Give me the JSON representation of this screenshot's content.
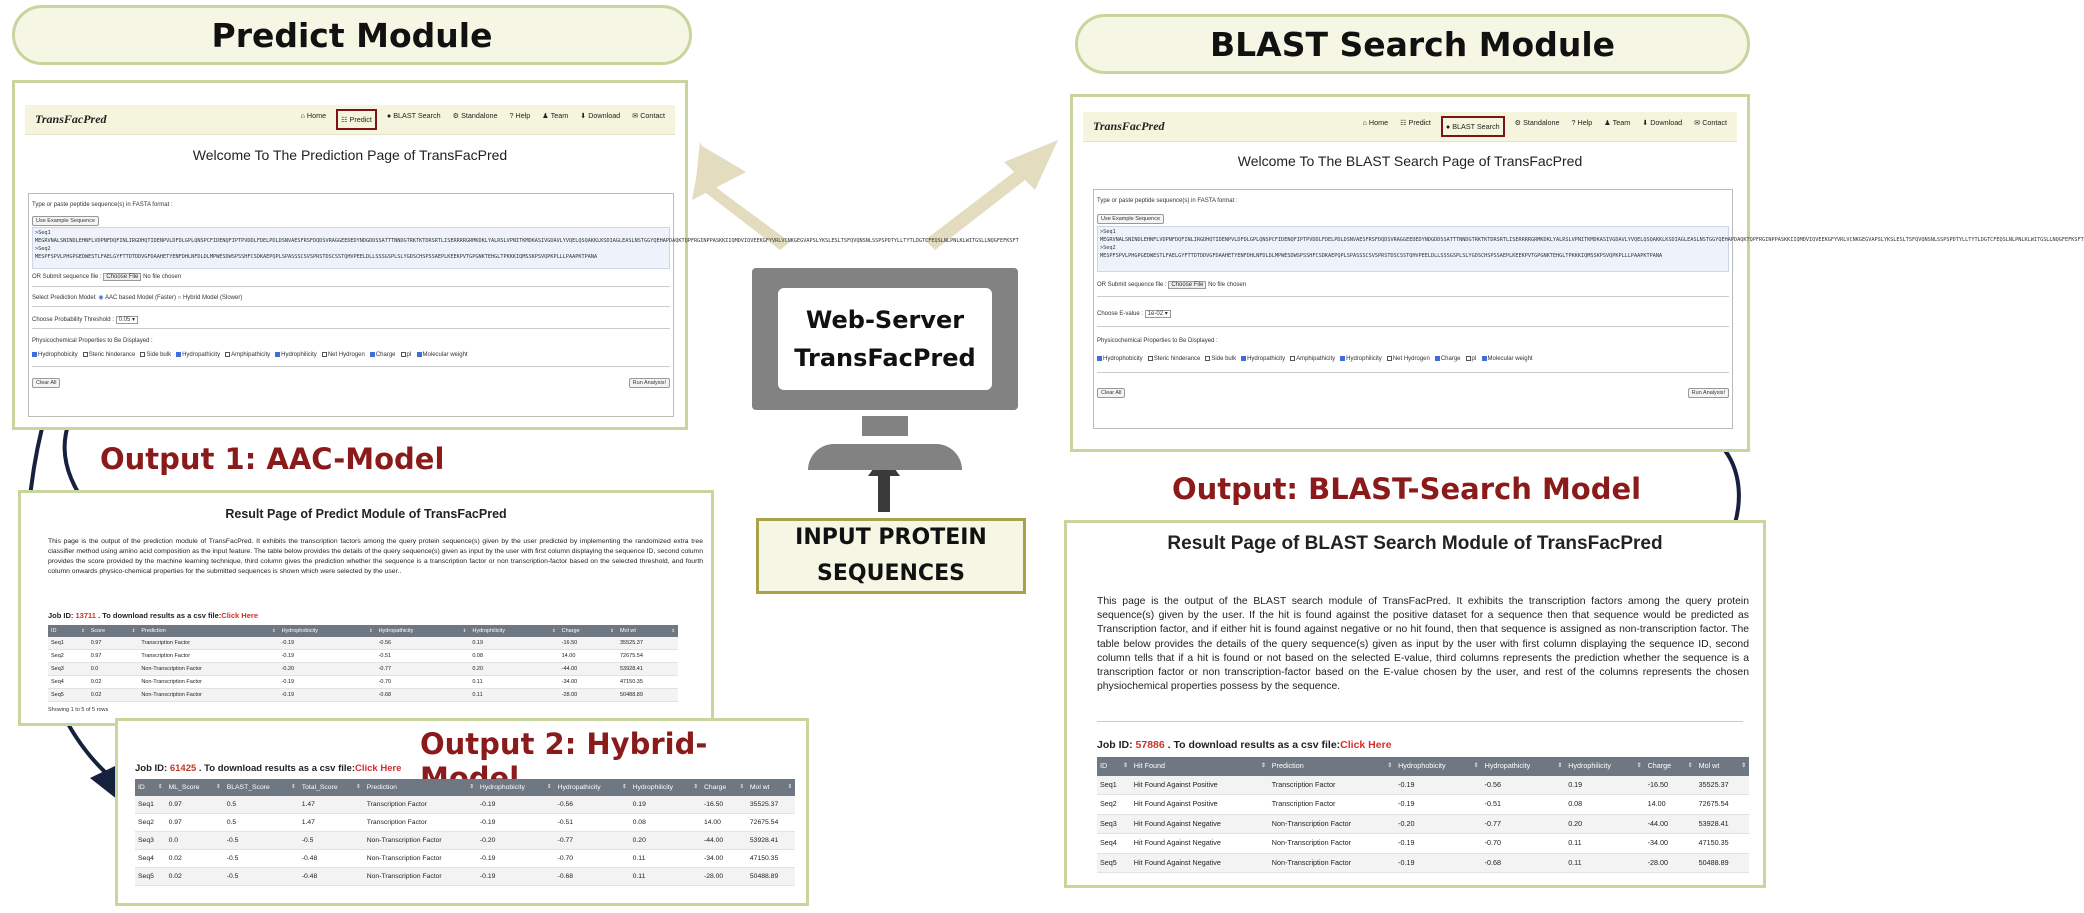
{
  "predict_title": "Predict Module",
  "blast_title": "BLAST Search Module",
  "brand": "TransFacPred",
  "nav": [
    "Home",
    "Predict",
    "BLAST Search",
    "Standalone",
    "Help",
    "Team",
    "Download",
    "Contact"
  ],
  "predict_page": {
    "welcome": "Welcome To The Prediction Page of TransFacPred",
    "instruction": "Type or paste peptide sequence(s) in FASTA format :",
    "example_btn": "Use Example Sequence",
    "seq_lines": [
      ">Seq1",
      "MEGRVNALSNINDLEHNFLVDPNFDQFINLIRGDHQTIDENPVLDFDLGPLQNSPCFIDENQFIPTPVDDLFDELPDLDSNVAESFRSFDQDSVRAGGEEDEDYNDGDDSSATTTNNDGTRKTKTDRSRTLISERRRRGRMKDKLYALRSLVPNITKMDKASIVGDAVLYVQELQSQAKKLKSDIAGLEASLNSTGGYQEHAPDAQKTQPFRGINPPASKKIIQMDVIQVEEKGFYVRLVCNKGEGVAPSLYKSLESLTSFQVQNSNLSSPSPDTYLLTYTLDGTCFEQSLNLPNLKLWITGSLLNQGFEFKSFT",
      ">Seq2",
      "MESPFSPVLPHGPGEDWESTLFAELGYFTTDTDDVGFDAAHETYENFDHLNFDLDLMPWESDWSPSSHFCSDKAEPQPLSPASSSCSVSPRSTDSCSSTQHVPEELDLLSSSGSPLSLYGDSCHSPSSAEPLKEEKPVTGPGNKTEHGLTPKKKIQMSSKPSVQPKPLLLPAAPKTPANA"
    ],
    "file_label": "OR  Submit sequence file :",
    "choose_file": "Choose File",
    "no_file": "No file chosen",
    "model_label": "Select Prediction Model:",
    "model_opt1": "AAC based Model (Faster)",
    "model_opt2": "Hybrid Model (Slower)",
    "threshold_label": "Choose Probability Threshold :",
    "threshold_value": "0.05",
    "props_label": "Physicochemical Properties to Be Displayed :",
    "props": [
      "Hydrophobicity",
      "Steric hinderance",
      "Side bulk",
      "Hydropathicity",
      "Amphipathicity",
      "Hydrophilicity",
      "Net Hydrogen",
      "Charge",
      "pI",
      "Molecular weight"
    ],
    "props_checked": [
      true,
      false,
      false,
      true,
      false,
      true,
      false,
      true,
      false,
      true
    ],
    "clear_btn": "Clear All",
    "run_btn": "Run Analysis!"
  },
  "blast_page": {
    "welcome": "Welcome To The BLAST Search Page of TransFacPred",
    "instruction": "Type or paste peptide sequence(s) in FASTA format :",
    "example_btn": "Use Example Sequence",
    "seq_lines": [
      ">Seq1",
      "MEGRVNALSNINDLEHNFLVDPNFDQFINLIRGDHQTIDENPVLDFDLGPLQNSPCFIDENQFIPTPVDDLFDELPDLDSNVAESFRSFDQDSVRAGGEEDEDYNDGDDSSATTTNNDGTRKTKTDRSRTLISERRRRGRMKDKLYALRSLVPNITKMDKASIVGDAVLYVQELQSQAKKLKSDIAGLEASLNSTGGYQEHAPDAQKTQPFRGINPPASKKIIQMDVIQVEEKGFYVRLVCNKGEGVAPSLYKSLESLTSFQVQNSNLSSPSPDTYLLTYTLDGTCFEQSLNLPNLKLWITGSLLNQGFEFKSFT",
      ">Seq2",
      "MESPFSPVLPHGPGEDWESTLFAELGYFTTDTDDVGFDAAHETYENFDHLNFDLDLMPWESDWSPSSHFCSDKAEPQPLSPASSSCSVSPRSTDSCSSTQHVPEELDLLSSSGSPLSLYGDSCHSPSSAEPLKEEKPVTGPGNKTEHGLTPKKKIQMSSKPSVQPKPLLLPAAPKTPANA"
    ],
    "file_label": "OR  Submit sequence file :",
    "choose_file": "Choose File",
    "no_file": "No file chosen",
    "evalue_label": "Choose E-value :",
    "evalue_value": "1e-02",
    "props_label": "Physicochemical Properties to Be Displayed :",
    "props": [
      "Hydrophobicity",
      "Steric hinderance",
      "Side bulk",
      "Hydropathicity",
      "Amphipathicity",
      "Hydrophilicity",
      "Net Hydrogen",
      "Charge",
      "pI",
      "Molecular weight"
    ],
    "props_checked": [
      true,
      false,
      false,
      true,
      false,
      true,
      false,
      true,
      false,
      true
    ],
    "clear_btn": "Clear All",
    "run_btn": "Run Analysis!"
  },
  "server": {
    "line1": "Web-Server",
    "line2": "TransFacPred"
  },
  "input": {
    "line1": "INPUT PROTEIN",
    "line2": "SEQUENCES"
  },
  "output1": {
    "heading": "Output 1: AAC-Model",
    "title": "Result Page of Predict Module of TransFacPred",
    "paragraph": "This page is the output of the prediction module of TransFacPred. It exhibits the transcription factors among the query protein sequence(s) given by the user predicted by implementing the randomized extra tree classifier method using amino acid composition as the input feature. The table below provides the details of the query sequence(s) given as input by the user with first column displaying the sequence ID, second column provides the score provided by the machine learning technique, third column gives the prediction whether the sequence is a transcription factor or non transcription-factor based on the selected threshold, and fourth column onwards physico-chemical properties for the submitted sequences is shown which were selected by the user..",
    "job_prefix": "Job ID:",
    "job_id": "13711",
    "job_mid": ". To download results as a csv file:",
    "job_link": "Click Here",
    "columns": [
      "ID",
      "Score",
      "Prediction",
      "Hydrophobicity",
      "Hydropathicity",
      "Hydrophilicity",
      "Charge",
      "Mol wt"
    ],
    "rows": [
      [
        "Seq1",
        "0.97",
        "Transcription Factor",
        "-0.19",
        "-0.56",
        "0.19",
        "-16.50",
        "35525.37"
      ],
      [
        "Seq2",
        "0.97",
        "Transcription Factor",
        "-0.19",
        "-0.51",
        "0.08",
        "14.00",
        "72675.54"
      ],
      [
        "Seq3",
        "0.0",
        "Non-Transcription Factor",
        "-0.20",
        "-0.77",
        "0.20",
        "-44.00",
        "53928.41"
      ],
      [
        "Seq4",
        "0.02",
        "Non-Transcription Factor",
        "-0.19",
        "-0.70",
        "0.11",
        "-34.00",
        "47150.35"
      ],
      [
        "Seq5",
        "0.02",
        "Non-Transcription Factor",
        "-0.19",
        "-0.68",
        "0.11",
        "-28.00",
        "50488.89"
      ]
    ],
    "footer": "Showing 1 to 5 of 5 rows"
  },
  "output2": {
    "heading": "Output 2: Hybrid-Model",
    "job_prefix": "Job ID:",
    "job_id": "61425",
    "job_mid": ". To download results as a csv file:",
    "job_link": "Click Here",
    "columns": [
      "ID",
      "ML_Score",
      "BLAST_Score",
      "Total_Score",
      "Prediction",
      "Hydrophobicity",
      "Hydropathicity",
      "Hydrophilicity",
      "Charge",
      "Mol wt"
    ],
    "rows": [
      [
        "Seq1",
        "0.97",
        "0.5",
        "1.47",
        "Transcription Factor",
        "-0.19",
        "-0.56",
        "0.19",
        "-16.50",
        "35525.37"
      ],
      [
        "Seq2",
        "0.97",
        "0.5",
        "1.47",
        "Transcription Factor",
        "-0.19",
        "-0.51",
        "0.08",
        "14.00",
        "72675.54"
      ],
      [
        "Seq3",
        "0.0",
        "-0.5",
        "-0.5",
        "Non-Transcription Factor",
        "-0.20",
        "-0.77",
        "0.20",
        "-44.00",
        "53928.41"
      ],
      [
        "Seq4",
        "0.02",
        "-0.5",
        "-0.48",
        "Non-Transcription Factor",
        "-0.19",
        "-0.70",
        "0.11",
        "-34.00",
        "47150.35"
      ],
      [
        "Seq5",
        "0.02",
        "-0.5",
        "-0.48",
        "Non-Transcription Factor",
        "-0.19",
        "-0.68",
        "0.11",
        "-28.00",
        "50488.89"
      ]
    ]
  },
  "output3": {
    "heading": "Output: BLAST-Search Model",
    "title": "Result Page of BLAST Search Module of TransFacPred",
    "paragraph": "This page is the output of the BLAST search module of TransFacPred. It exhibits the transcription factors among the query protein sequence(s) given by the user. If the hit is found against the positive dataset for a sequence then that sequence would be predicted as Transcription factor, and if either hit is found against negative or no hit found, then that sequence is assigned as non-transcription factor. The table below provides the details of the query sequence(s) given as input by the user with first column displaying the sequence ID, second column tells that if a hit is found or not based on the selected E-value, third columns represents the prediction whether the sequence is a transcription factor or non transcription-factor based on the E-value chosen by the user, and rest of the columns represents the chosen physiochemical properties possess by the sequence.",
    "job_prefix": "Job ID:",
    "job_id": "57886",
    "job_mid": ". To download results as a csv file:",
    "job_link": "Click Here",
    "columns": [
      "ID",
      "Hit Found",
      "Prediction",
      "Hydrophobicity",
      "Hydropathicity",
      "Hydrophilicity",
      "Charge",
      "Mol wt"
    ],
    "rows": [
      [
        "Seq1",
        "Hit Found Against Positive",
        "Transcription Factor",
        "-0.19",
        "-0.56",
        "0.19",
        "-16.50",
        "35525.37"
      ],
      [
        "Seq2",
        "Hit Found Against Positive",
        "Transcription Factor",
        "-0.19",
        "-0.51",
        "0.08",
        "14.00",
        "72675.54"
      ],
      [
        "Seq3",
        "Hit Found Against Negative",
        "Non-Transcription Factor",
        "-0.20",
        "-0.77",
        "0.20",
        "-44.00",
        "53928.41"
      ],
      [
        "Seq4",
        "Hit Found Against Negative",
        "Non-Transcription Factor",
        "-0.19",
        "-0.70",
        "0.11",
        "-34.00",
        "47150.35"
      ],
      [
        "Seq5",
        "Hit Found Against Negative",
        "Non-Transcription Factor",
        "-0.19",
        "-0.68",
        "0.11",
        "-28.00",
        "50488.89"
      ]
    ]
  }
}
